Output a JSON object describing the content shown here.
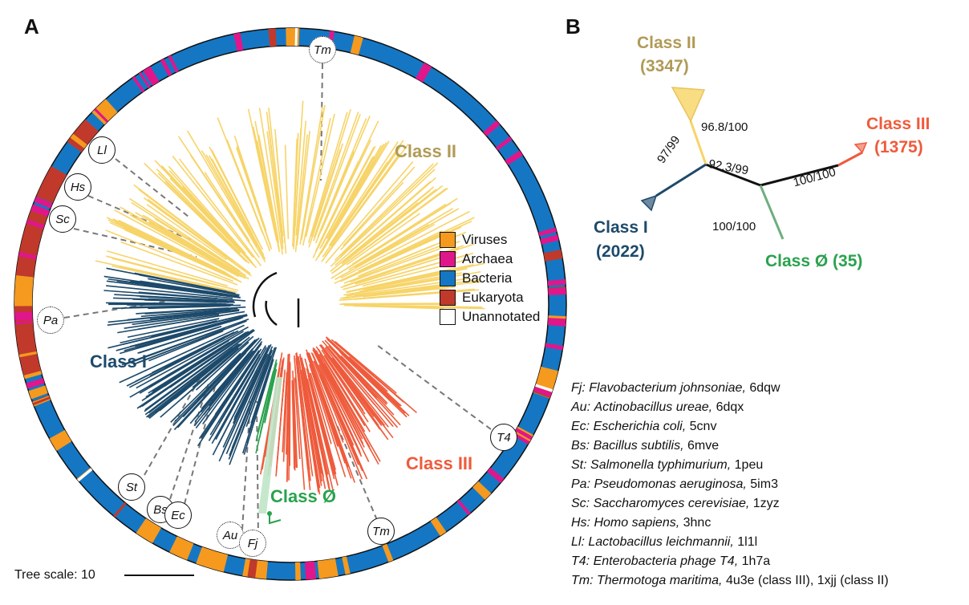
{
  "panels": {
    "a": "A",
    "b": "B"
  },
  "tree": {
    "classes": {
      "class1": "Class I",
      "class2": "Class II",
      "class3": "Class III",
      "class0": "Class Ø"
    },
    "colors": {
      "class1": "#1d4a6b",
      "class2": "#f7d469",
      "class3": "#ee5b3c",
      "class0": "#2aa24e",
      "core": "#111111",
      "bacteria": "#1577c4",
      "archaea": "#e0168b",
      "viruses": "#f59a1e",
      "eukaryota": "#c0392b",
      "unannotated": "#ffffff"
    },
    "scale_label": "Tree scale: 10"
  },
  "legend": [
    {
      "label": "Viruses",
      "color": "#f59a1e"
    },
    {
      "label": "Archaea",
      "color": "#e0168b"
    },
    {
      "label": "Bacteria",
      "color": "#1577c4"
    },
    {
      "label": "Eukaryota",
      "color": "#c0392b"
    },
    {
      "label": "Unannotated",
      "color": "#ffffff"
    }
  ],
  "markers": {
    "tm_top": "Tm",
    "ll": "Ll",
    "hs": "Hs",
    "sc": "Sc",
    "pa": "Pa",
    "st": "St",
    "bs": "Bs",
    "ec": "Ec",
    "au": "Au",
    "fj": "Fj",
    "t4": "T4",
    "tm_bottom": "Tm"
  },
  "species": [
    {
      "abbr": "Fj:",
      "name": "Flavobacterium johnsoniae,",
      "pdb": "6dqw"
    },
    {
      "abbr": "Au:",
      "name": "Actinobacillus ureae,",
      "pdb": "6dqx"
    },
    {
      "abbr": "Ec:",
      "name": "Escherichia coli,",
      "pdb": "5cnv"
    },
    {
      "abbr": "Bs:",
      "name": "Bacillus subtilis,",
      "pdb": "6mve"
    },
    {
      "abbr": "St:",
      "name": "Salmonella typhimurium,",
      "pdb": "1peu"
    },
    {
      "abbr": "Pa:",
      "name": "Pseudomonas aeruginosa,",
      "pdb": "5im3"
    },
    {
      "abbr": "Sc:",
      "name": "Saccharomyces cerevisiae,",
      "pdb": "1zyz"
    },
    {
      "abbr": "Hs:",
      "name": "Homo sapiens,",
      "pdb": "3hnc"
    },
    {
      "abbr": "Ll:",
      "name": "Lactobacillus leichmannii,",
      "pdb": "1l1l"
    },
    {
      "abbr": "T4:",
      "name": "Enterobacteria phage T4,",
      "pdb": "1h7a"
    },
    {
      "abbr": "Tm:",
      "name": "Thermotoga maritima,",
      "pdb": "4u3e (class III), 1xjj (class II)"
    }
  ],
  "unrooted": {
    "class2_name": "Class II",
    "class2_count": "(3347)",
    "class3_name": "Class III",
    "class3_count": "(1375)",
    "class1_name": "Class I",
    "class1_count": "(2022)",
    "class0_label": "Class Ø (35)",
    "supports": {
      "s1": "96.8/100",
      "s2": "97/99",
      "s3": "92.3/99",
      "s4": "100/100",
      "s5": "100/100"
    }
  }
}
